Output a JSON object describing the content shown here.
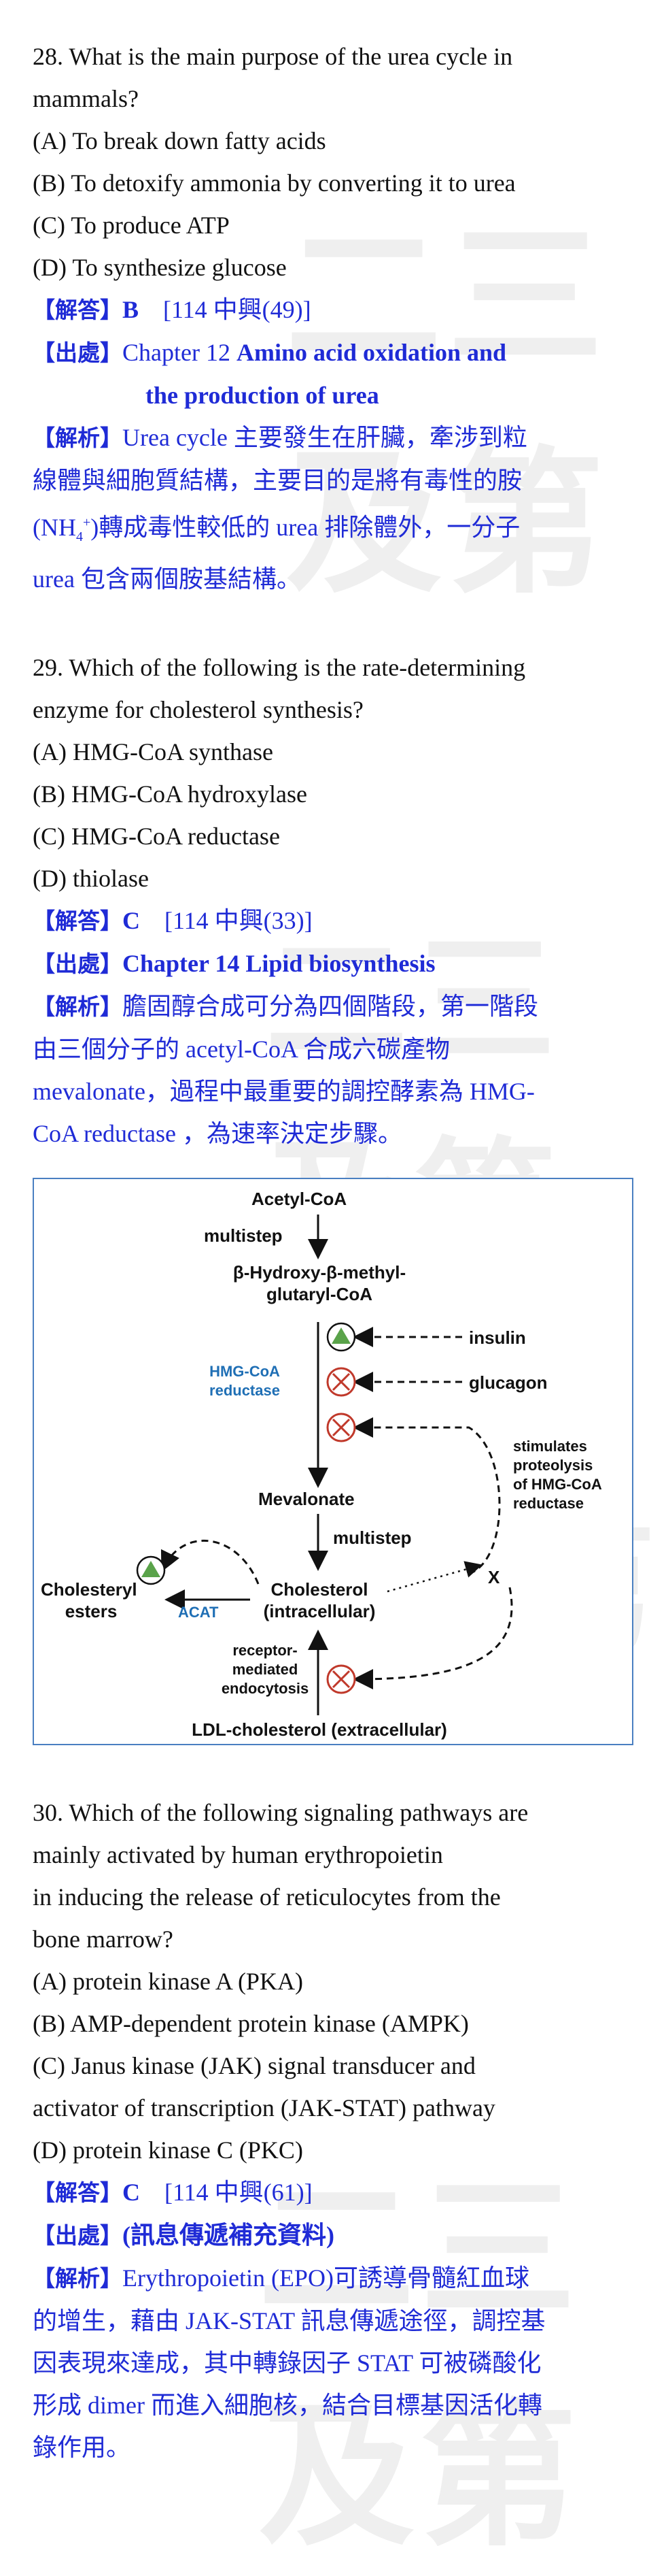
{
  "watermark": "二三及第",
  "questions": [
    {
      "stem": [
        "28. What is the main purpose of the urea cycle in",
        "mammals?"
      ],
      "options": [
        "(A) To break down fatty acids",
        "(B) To detoxify ammonia by converting it to urea",
        "(C) To produce ATP",
        "(D) To synthesize glucose"
      ],
      "answer_tag": "【解答】",
      "answer": "B",
      "answer_ref": "[114 中興(49)]",
      "source_tag": "【出處】",
      "source_prefix": "Chapter 12 ",
      "source_bold1": "Amino acid oxidation and",
      "source_bold2": "the production of urea",
      "exp_tag": "【解析】",
      "exp_lines": [
        "Urea cycle 主要發生在肝臟，牽涉到粒",
        "線體與細胞質結構，主要目的是將有毒性的胺",
        "轉成毒性較低的 urea 排除體外，一分子",
        "urea 包含兩個胺基結構。"
      ],
      "exp_nh": "(NH",
      "exp_sub": "4",
      "exp_sup": "+",
      "exp_nh_close": ")"
    },
    {
      "stem": [
        "29. Which of the following is the rate-determining",
        "enzyme for cholesterol synthesis?"
      ],
      "options": [
        "(A) HMG-CoA synthase",
        "(B) HMG-CoA hydroxylase",
        "(C) HMG-CoA reductase",
        "(D) thiolase"
      ],
      "answer_tag": "【解答】",
      "answer": "C",
      "answer_ref": "[114 中興(33)]",
      "source_tag": "【出處】",
      "source_bold": "Chapter 14 Lipid biosynthesis",
      "exp_tag": "【解析】",
      "exp_lines": [
        "膽固醇合成可分為四個階段，第一階段",
        "由三個分子的 acetyl-CoA 合成六碳產物",
        "mevalonate，過程中最重要的調控酵素為 HMG-",
        "CoA reductase ，為速率決定步驟。"
      ],
      "figure": {
        "acetyl": "Acetyl-CoA",
        "multistep1": "multistep",
        "hmg_line1": "β-Hydroxy-β-methyl-",
        "hmg_line2": "glutaryl-CoA",
        "reductase1": "HMG-CoA",
        "reductase2": "reductase",
        "insulin": "insulin",
        "glucagon": "glucagon",
        "stim": [
          "stimulates",
          "proteolysis",
          "of HMG-CoA",
          "reductase"
        ],
        "mevalonate": "Mevalonate",
        "multistep2": "multistep",
        "cholesteryl1": "Cholesteryl",
        "cholesteryl2": "esters",
        "acat": "ACAT",
        "chol1": "Cholesterol",
        "chol2": "(intracellular)",
        "x_mark": "X",
        "rme": [
          "receptor-",
          "mediated",
          "endocytosis"
        ],
        "ldl": "LDL-cholesterol (extracellular)",
        "colors": {
          "activate": "#5aa34a",
          "inhibit": "#c0392b",
          "enzyme": "#1f6fb5",
          "frame": "#4a7fc1"
        }
      }
    },
    {
      "stem": [
        "30. Which of the following signaling pathways are",
        "mainly activated by human erythropoietin",
        "in inducing the release of reticulocytes from the",
        "bone marrow?"
      ],
      "options": [
        "(A) protein kinase A (PKA)",
        "(B) AMP-dependent protein kinase (AMPK)",
        "(C) Janus kinase (JAK) signal transducer and",
        "activator of transcription (JAK-STAT) pathway",
        "(D) protein kinase C (PKC)"
      ],
      "answer_tag": "【解答】",
      "answer": "C",
      "answer_ref": "[114 中興(61)]",
      "source_tag": "【出處】",
      "source_bold": "(訊息傳遞補充資料)",
      "exp_tag": "【解析】",
      "exp_lines": [
        "Erythropoietin (EPO)可誘導骨髓紅血球",
        "的增生，藉由 JAK-STAT 訊息傳遞途徑，調控基",
        "因表現來達成，其中轉錄因子 STAT 可被磷酸化",
        "形成 dimer 而進入細胞核，結合目標基因活化轉",
        "錄作用。"
      ]
    }
  ]
}
